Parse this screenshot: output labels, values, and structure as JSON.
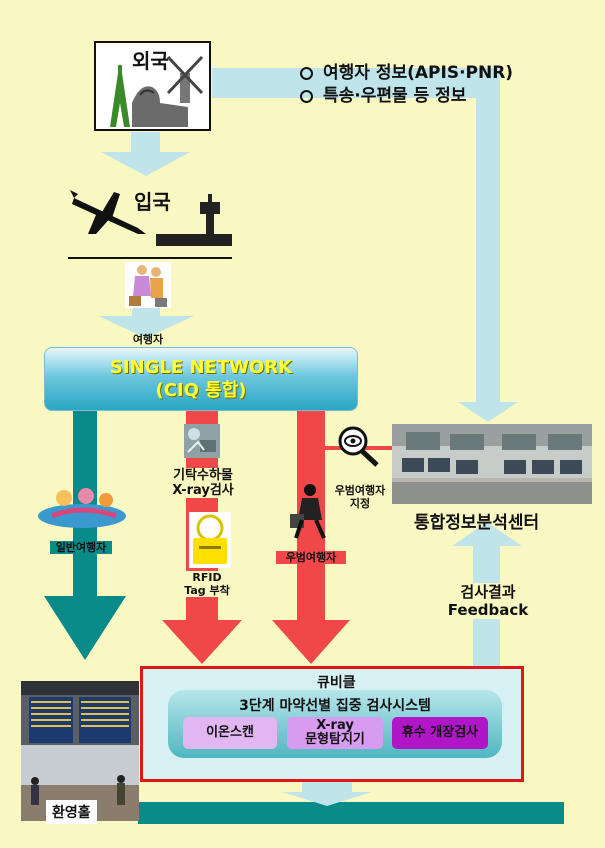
{
  "nodes": {
    "foreign": "외국",
    "entry": "입국",
    "traveler": "여행자",
    "single_network_line1": "SINGLE NETWORK",
    "single_network_line2": "(CIQ 통합)",
    "cargo_xray_line1": "기탁수하물",
    "cargo_xray_line2": "X-ray검사",
    "rfid_line1": "RFID",
    "rfid_line2": "Tag 부착",
    "general_traveler": "일반여행자",
    "suspect_designation_line1": "우범여행자",
    "suspect_designation_line2": "지정",
    "suspect_traveler": "우범여행자",
    "analysis_center": "통합정보분석센터",
    "feedback_line1": "검사결과",
    "feedback_line2": "Feedback",
    "cubicle": "큐비클",
    "system_title": "3단계 마약선별 집중 검사시스템",
    "ion_scan": "이온스캔",
    "xray_line1": "X-ray",
    "xray_line2": "문형탐지기",
    "hand_search": "휴수 개장검사",
    "arrival_hall": "환영홀"
  },
  "info_items": [
    "여행자 정보(APIS·PNR)",
    "특송·우편물 등 정보"
  ],
  "colors": {
    "background": "#f9f8c2",
    "light_arrow": "#bfe4ea",
    "teal_arrow": "#0a8a88",
    "red_arrow": "#f04848",
    "highlight_border": "#e01818",
    "banner_text": "#ffff33"
  },
  "icons": [
    "eiffel-tower-icon",
    "sphinx-icon",
    "windmill-icon",
    "airplane-icon",
    "control-tower-icon",
    "travelers-icon",
    "tourists-icon",
    "luggage-xray-icon",
    "rfid-tag-icon",
    "suspect-traveler-icon",
    "magnifier-eye-icon",
    "control-room-photo",
    "arrival-hall-photo"
  ]
}
